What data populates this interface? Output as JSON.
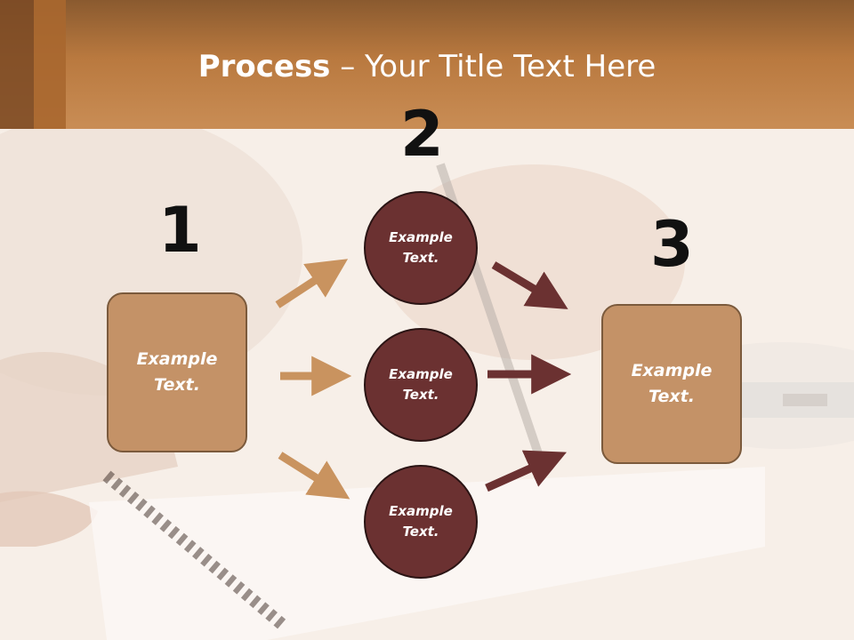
{
  "slide": {
    "title_bold": "Process",
    "title_rest": " – Your Title Text Here",
    "step_numbers": [
      "1",
      "2",
      "3"
    ],
    "left_box_text": "Example Text.",
    "right_box_text": "Example Text.",
    "circles": [
      "Example Text.",
      "Example Text.",
      "Example Text."
    ]
  },
  "colors": {
    "header": "#b9793f",
    "box_fill": "#c49267",
    "circle_fill": "#6b3131",
    "arrow_left": "#c9935f",
    "arrow_right": "#6b3131"
  }
}
